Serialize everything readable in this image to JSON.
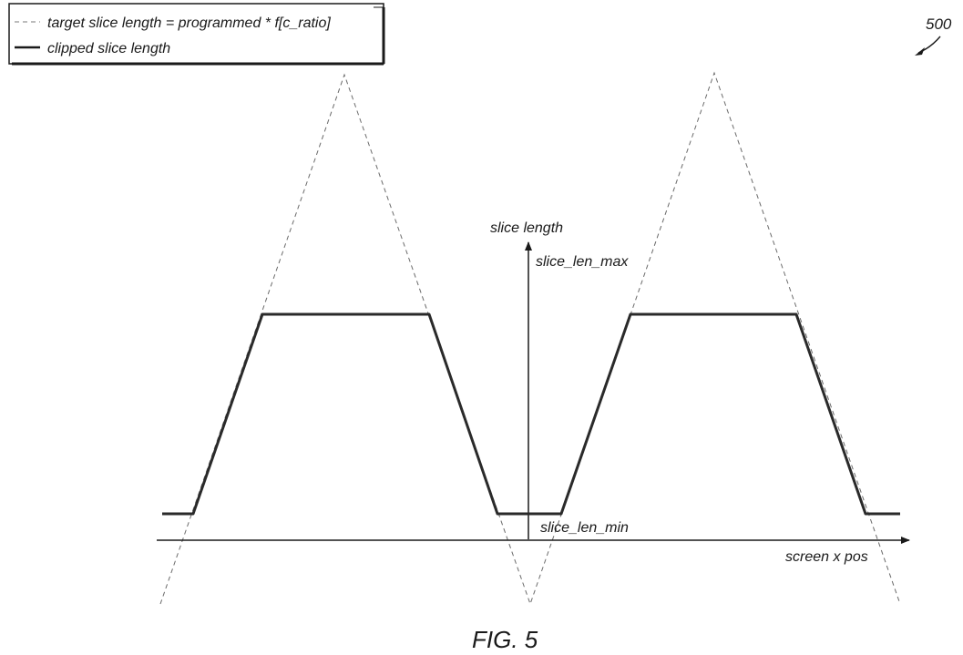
{
  "legend": {
    "target_label": "target slice length = programmed * f[c_ratio]",
    "clipped_label": "clipped slice length"
  },
  "reference_number": "500",
  "axes": {
    "y_label": "slice length",
    "y_max_label": "slice_len_max",
    "y_min_label": "slice_len_min",
    "x_label": "screen x pos"
  },
  "caption": "FIG. 5",
  "colors": {
    "line": "#2a2a2a",
    "dashed": "#6a6a6a",
    "text": "#1a1a1a"
  }
}
